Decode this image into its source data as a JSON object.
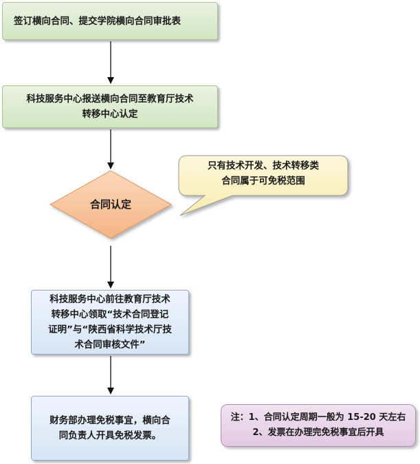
{
  "steps": {
    "sign": "签订横向合同、提交学院横向合同审批表",
    "report": [
      "科技服务中心报送横向合同至教育厅技术",
      "转移中心认定"
    ],
    "decision": "合同认定",
    "collect": [
      "科技服务中心前往教育厅技术",
      "转移中心领取“技术合同登记",
      "证明”与“陕西省科学技术厅技",
      "术合同审核文件”"
    ],
    "finance": [
      "财务部办理免税事宜，横向合",
      "同负责人开具免税发票。"
    ]
  },
  "callout": [
    "只有技术开发、技术转移类",
    "合同属于可免税范围"
  ],
  "note": [
    "注：1、合同认定周期一般为 15-20 天左右",
    "2、发票在办理完免税事宜后开具"
  ],
  "colors": {
    "green_box": "#d2e6c3",
    "blue_box": "#d7e5f5",
    "diamond": "#f7bf93",
    "callout": "#fbf2c4",
    "note_box": "#e3c9e3"
  }
}
